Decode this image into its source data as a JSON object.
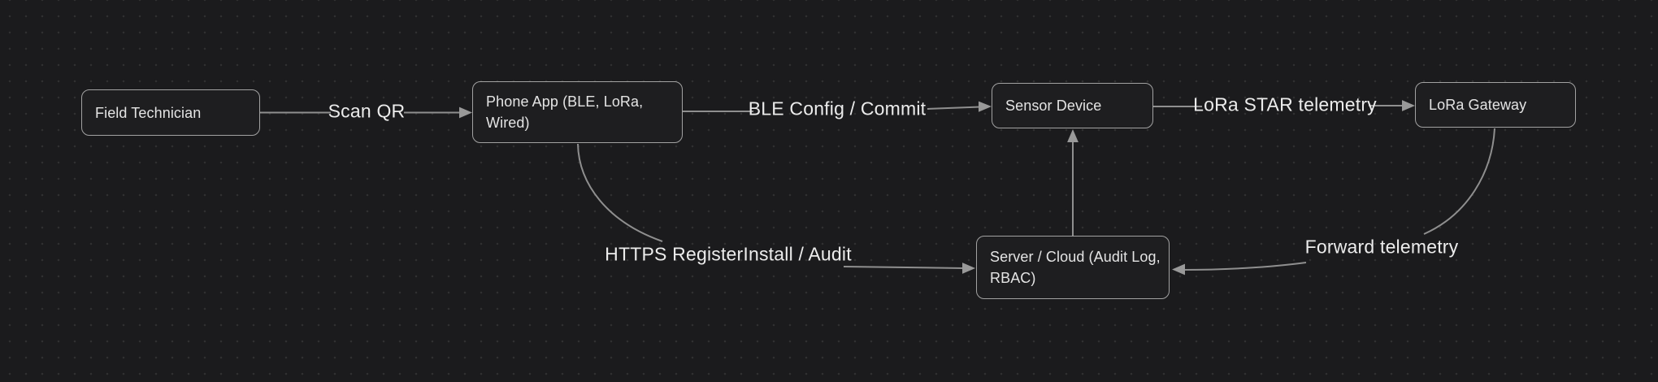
{
  "diagram": {
    "background_color": "#1b1b1d",
    "node_fill": "#1e1e20",
    "node_border_color": "#a2a2a2",
    "edge_color": "#8f8f8f",
    "text_color": "#e4e4e4"
  },
  "nodes": [
    {
      "id": "field-technician",
      "label": "Field Technician",
      "lines": [
        "Field Technician"
      ]
    },
    {
      "id": "phone-app",
      "label": "Phone App (BLE, LoRa, Wired)",
      "lines": [
        "Phone App (BLE, LoRa,",
        "Wired)"
      ]
    },
    {
      "id": "sensor-device",
      "label": "Sensor Device",
      "lines": [
        "Sensor Device"
      ]
    },
    {
      "id": "lora-gateway",
      "label": "LoRa Gateway",
      "lines": [
        "LoRa Gateway"
      ]
    },
    {
      "id": "server-cloud",
      "label": "Server / Cloud (Audit Log, RBAC)",
      "lines": [
        "Server / Cloud (Audit Log,",
        "RBAC)"
      ]
    }
  ],
  "edges": [
    {
      "id": "scan-qr",
      "from": "Field Technician",
      "to": "Phone App (BLE, LoRa, Wired)",
      "label": "Scan QR"
    },
    {
      "id": "ble-config-commit",
      "from": "Phone App (BLE, LoRa, Wired)",
      "to": "Sensor Device",
      "label": "BLE Config / Commit"
    },
    {
      "id": "lora-star-telemetry",
      "from": "Sensor Device",
      "to": "LoRa Gateway",
      "label": "LoRa STAR telemetry"
    },
    {
      "id": "https-registerinstall-audit",
      "from": "Phone App (BLE, LoRa, Wired)",
      "to": "Server / Cloud (Audit Log, RBAC)",
      "label": "HTTPS RegisterInstall / Audit"
    },
    {
      "id": "forward-telemetry",
      "from": "LoRa Gateway",
      "to": "Server / Cloud (Audit Log, RBAC)",
      "label": "Forward telemetry"
    },
    {
      "id": "server-to-sensor",
      "from": "Server / Cloud (Audit Log, RBAC)",
      "to": "Sensor Device",
      "label": ""
    }
  ]
}
